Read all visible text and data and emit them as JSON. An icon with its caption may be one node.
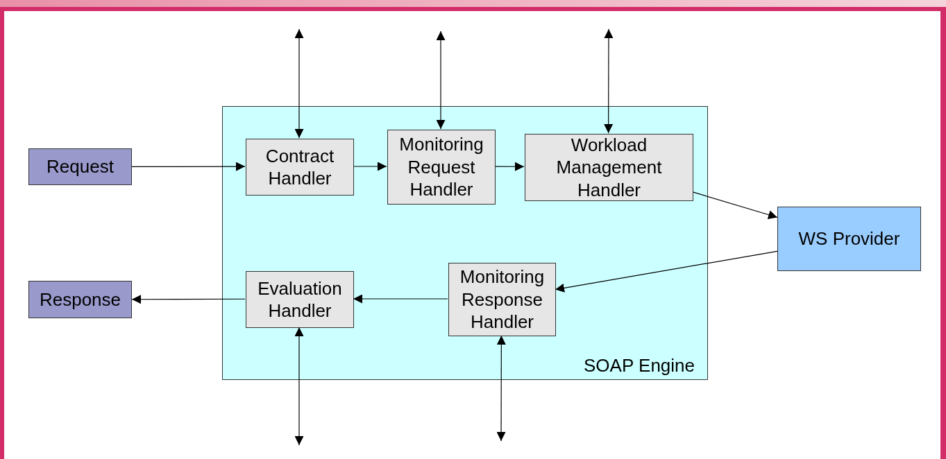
{
  "diagram": {
    "nodes": [
      {
        "text": [
          "SOAP Engine"
        ]
      },
      {
        "text": [
          "Request"
        ]
      },
      {
        "text": [
          "Contract Handler"
        ],
        "in": 0
      },
      {
        "text": [
          "Monitoring Request Handler"
        ],
        "in": 0
      },
      {
        "text": [
          "Workload Management Handler"
        ],
        "in": 0
      },
      {
        "text": [
          "WS Provider"
        ]
      },
      {
        "text": [
          "Monitoring Response Handler"
        ],
        "in": 0
      },
      {
        "text": [
          "Evaluation Handler"
        ],
        "in": 0
      },
      {
        "text": [
          "Response"
        ]
      }
    ],
    "edges": [
      {
        "from": 1,
        "to": 2,
        "arrow": "to"
      },
      {
        "from": 2,
        "to": 3,
        "arrow": "to"
      },
      {
        "from": 3,
        "to": 4,
        "arrow": "to"
      },
      {
        "from": 4,
        "to": 5,
        "arrow": "to"
      },
      {
        "from": 5,
        "to": 6,
        "arrow": "to"
      },
      {
        "from": 6,
        "to": 7,
        "arrow": "to"
      },
      {
        "from": 7,
        "to": 8,
        "arrow": "to"
      },
      {
        "from": null,
        "to": 2,
        "arrow": "both"
      },
      {
        "from": null,
        "to": 3,
        "arrow": "both"
      },
      {
        "from": null,
        "to": 4,
        "arrow": "both"
      },
      {
        "from": null,
        "to": 7,
        "arrow": "both"
      },
      {
        "from": null,
        "to": 6,
        "arrow": "both"
      }
    ]
  }
}
